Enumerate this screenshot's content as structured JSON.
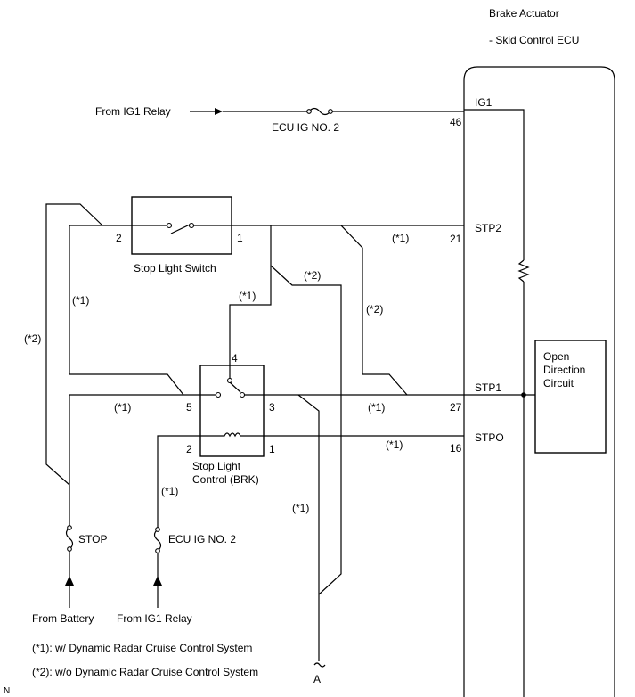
{
  "ecu": {
    "title_line1": "Brake Actuator",
    "title_line2": "- Skid Control ECU",
    "internal_block": [
      "Open",
      "Direction",
      "Circuit"
    ]
  },
  "terminals": [
    {
      "name": "IG1",
      "pin": "46"
    },
    {
      "name": "STP2",
      "pin": "21"
    },
    {
      "name": "STP1",
      "pin": "27"
    },
    {
      "name": "STPO",
      "pin": "16"
    }
  ],
  "components": {
    "stop_light_switch": {
      "label": "Stop Light Switch",
      "pin_left": "2",
      "pin_right": "1"
    },
    "stop_light_control": {
      "label_line1": "Stop Light",
      "label_line2": "Control (BRK)",
      "pins": {
        "top": "4",
        "left": "5",
        "right": "3",
        "bottom_left": "2",
        "bottom_right": "1"
      }
    },
    "fuse_top": "ECU IG NO. 2",
    "fuse_stop": "STOP",
    "fuse_bottom": "ECU IG NO. 2"
  },
  "labels": {
    "from_ig1_relay_top": "From IG1 Relay",
    "from_battery": "From Battery",
    "from_ig1_relay_bottom": "From IG1 Relay",
    "connector_a": "A",
    "note1": "(*1)",
    "note2": "(*2)",
    "corner_mark": "N"
  },
  "legend": [
    "(*1): w/ Dynamic Radar Cruise Control System",
    "(*2): w/o Dynamic Radar Cruise Control System"
  ]
}
